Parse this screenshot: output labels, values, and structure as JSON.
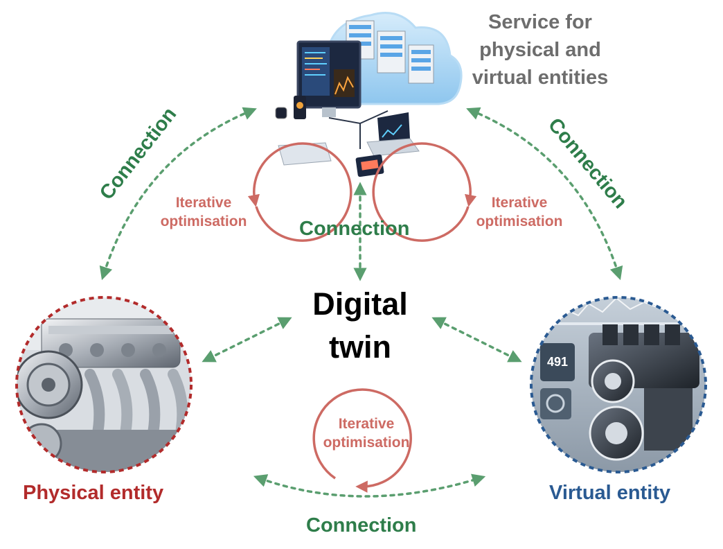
{
  "service": {
    "line1": "Service for",
    "line2": "physical and",
    "line3": "virtual entities"
  },
  "twin": {
    "line1": "Digital",
    "line2": "twin"
  },
  "connection": "Connection",
  "iterative": {
    "line1": "Iterative",
    "line2": "optimisation"
  },
  "physical_entity": "Physical entity",
  "virtual_entity": "Virtual entity",
  "screen_number": "491",
  "colors": {
    "connection_green": "#2e7d4a",
    "dashed_arrow": "#5a9e6f",
    "iterative_red": "#cd6a63",
    "physical_red": "#b22b2b",
    "virtual_blue": "#2a5a92",
    "service_gray": "#6d6d6d"
  }
}
